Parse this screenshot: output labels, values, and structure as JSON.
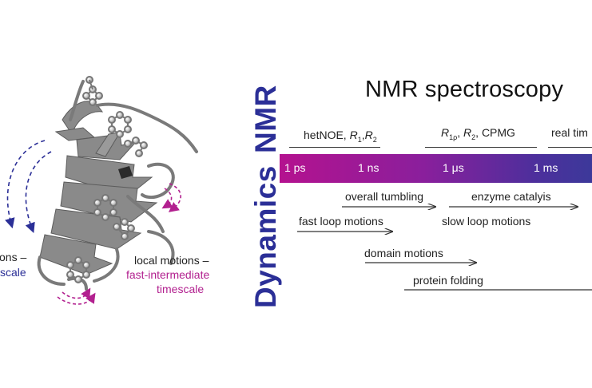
{
  "title": "NMR spectroscopy",
  "side_labels": {
    "nmr": "NMR",
    "dynamics": "Dynamics"
  },
  "techniques": [
    {
      "label_prefix": "hetNOE, ",
      "label_main": "R",
      "sub1": "1",
      "comma": ",",
      "label_main2": "R",
      "sub2": "2"
    },
    {
      "label_main": "R",
      "sub1": "1ρ",
      "text": ", ",
      "label_main2": "R",
      "sub2": "2",
      "suffix": ", CPMG"
    },
    {
      "label": "real tim"
    }
  ],
  "timescale": {
    "ticks": [
      "1 ps",
      "1 ns",
      "1 μs",
      "1 ms"
    ],
    "colors": {
      "start": "#b4128f",
      "end": "#3a3a9a"
    }
  },
  "motions": [
    {
      "label": "overall tumbling"
    },
    {
      "label": "enzyme catalyis"
    },
    {
      "label": "fast loop motions"
    },
    {
      "label": "slow loop motions"
    },
    {
      "label": "domain motions"
    },
    {
      "label": "protein folding"
    }
  ],
  "protein_labels": {
    "local_line1": "local motions –",
    "local_line2": "fast-intermediate",
    "local_line3": "timescale",
    "global_line1": "tions –",
    "global_line2": "scale"
  },
  "colors": {
    "navy": "#2b2f97",
    "magenta": "#b2208f",
    "ribbon": "#8c8c8c"
  },
  "icons": {
    "protein": "protein-ribbon-icon",
    "arrow_blue": "dashed-arc-arrow-icon",
    "arrow_magenta": "dashed-arc-arrow-icon"
  }
}
